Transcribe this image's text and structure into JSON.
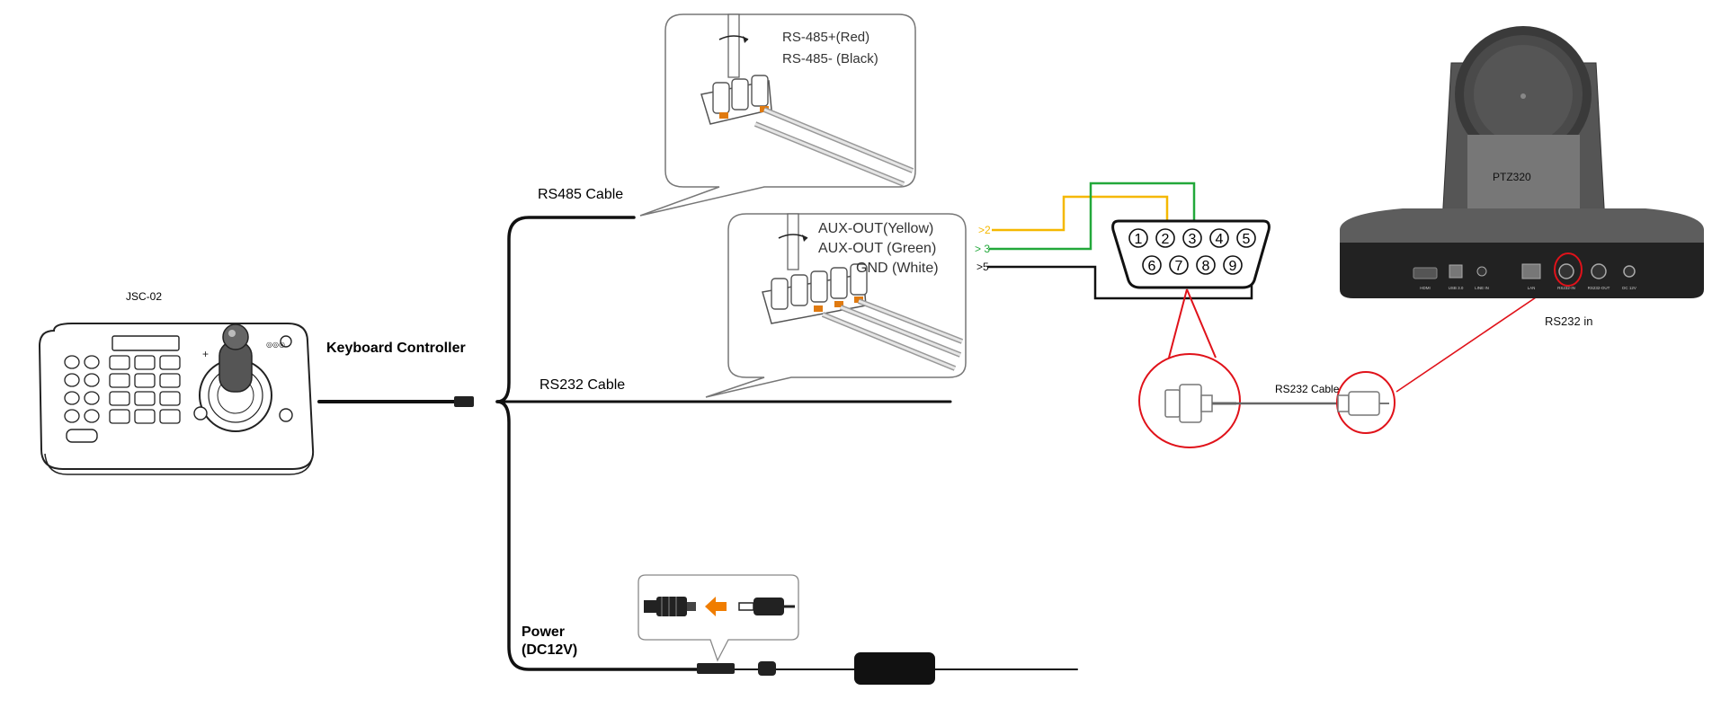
{
  "labels": {
    "keyboard_model": "JSC-02",
    "keyboard_controller": "Keyboard Controller",
    "rs485_cable": "RS485 Cable",
    "rs232_cable": "RS232 Cable",
    "power_line1": "Power",
    "power_line2": "(DC12V)",
    "camera_model": "PTZ320",
    "rs232_in": "RS232 in",
    "rs232_cable_small": "RS232 Cable"
  },
  "rs485_callout": {
    "line1": "RS-485+(Red)",
    "line2": "RS-485- (Black)"
  },
  "rs232_callout": {
    "line1": "AUX-OUT(Yellow)",
    "line2": "AUX-OUT (Green)",
    "line3": "GND (White)"
  },
  "pin_tags": {
    "yellow": ">2",
    "green": "> 3",
    "black": ">5"
  },
  "db9": {
    "top_pins": [
      "1",
      "2",
      "3",
      "4",
      "5"
    ],
    "bottom_pins": [
      "6",
      "7",
      "8",
      "9"
    ]
  },
  "camera_ports": [
    "HDMI",
    "USB 3.0",
    "LINE IN",
    "LAN",
    "RS232-IN",
    "RS232-OUT",
    "DC 12V"
  ],
  "colors": {
    "yellow_wire": "#f5b800",
    "green_wire": "#22a83a",
    "red_circle": "#e0121a",
    "orange_arrow": "#f07d00",
    "cable": "#111111"
  }
}
